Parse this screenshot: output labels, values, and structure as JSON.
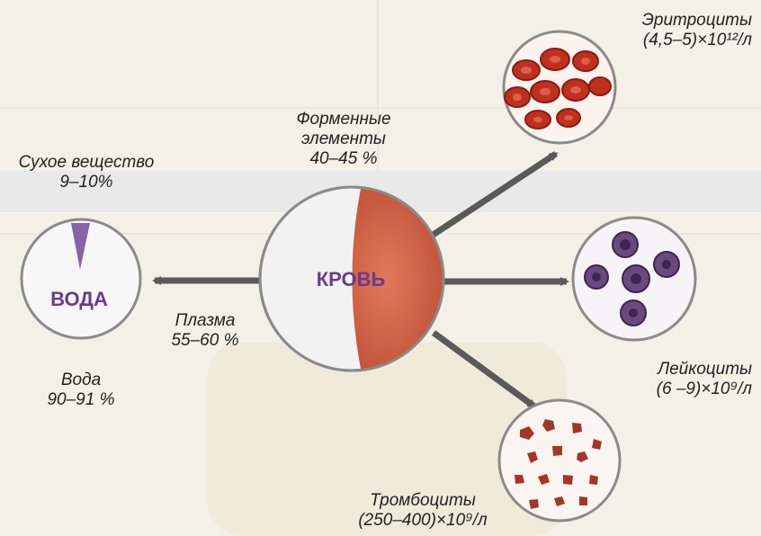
{
  "center": {
    "label": "КРОВЬ"
  },
  "formed_elements": {
    "line1": "Форменные",
    "line2": "элементы",
    "percent": "40–45 %"
  },
  "water_node": {
    "label": "ВОДА"
  },
  "dry_matter": {
    "line1": "Сухое вещество",
    "percent": "9–10%"
  },
  "water": {
    "line1": "Вода",
    "percent": "90–91 %"
  },
  "plasma": {
    "line1": "Плазма",
    "percent": "55–60 %"
  },
  "erythrocytes": {
    "name": "Эритроциты",
    "count": "(4,5–5)×10¹²/л"
  },
  "leukocytes": {
    "name": "Лейкоциты",
    "count": "(6 –9)×10⁹/л"
  },
  "platelets": {
    "name": "Тромбоциты",
    "count": "(250–400)×10⁹/л"
  },
  "colors": {
    "arrow": "#5a5a5a",
    "formed_fill": "#c8543a",
    "water_label": "#6b3a8c",
    "erythrocyte": "#c0301f",
    "leukocyte": "#5a3a6e",
    "platelet": "#a3362a"
  }
}
